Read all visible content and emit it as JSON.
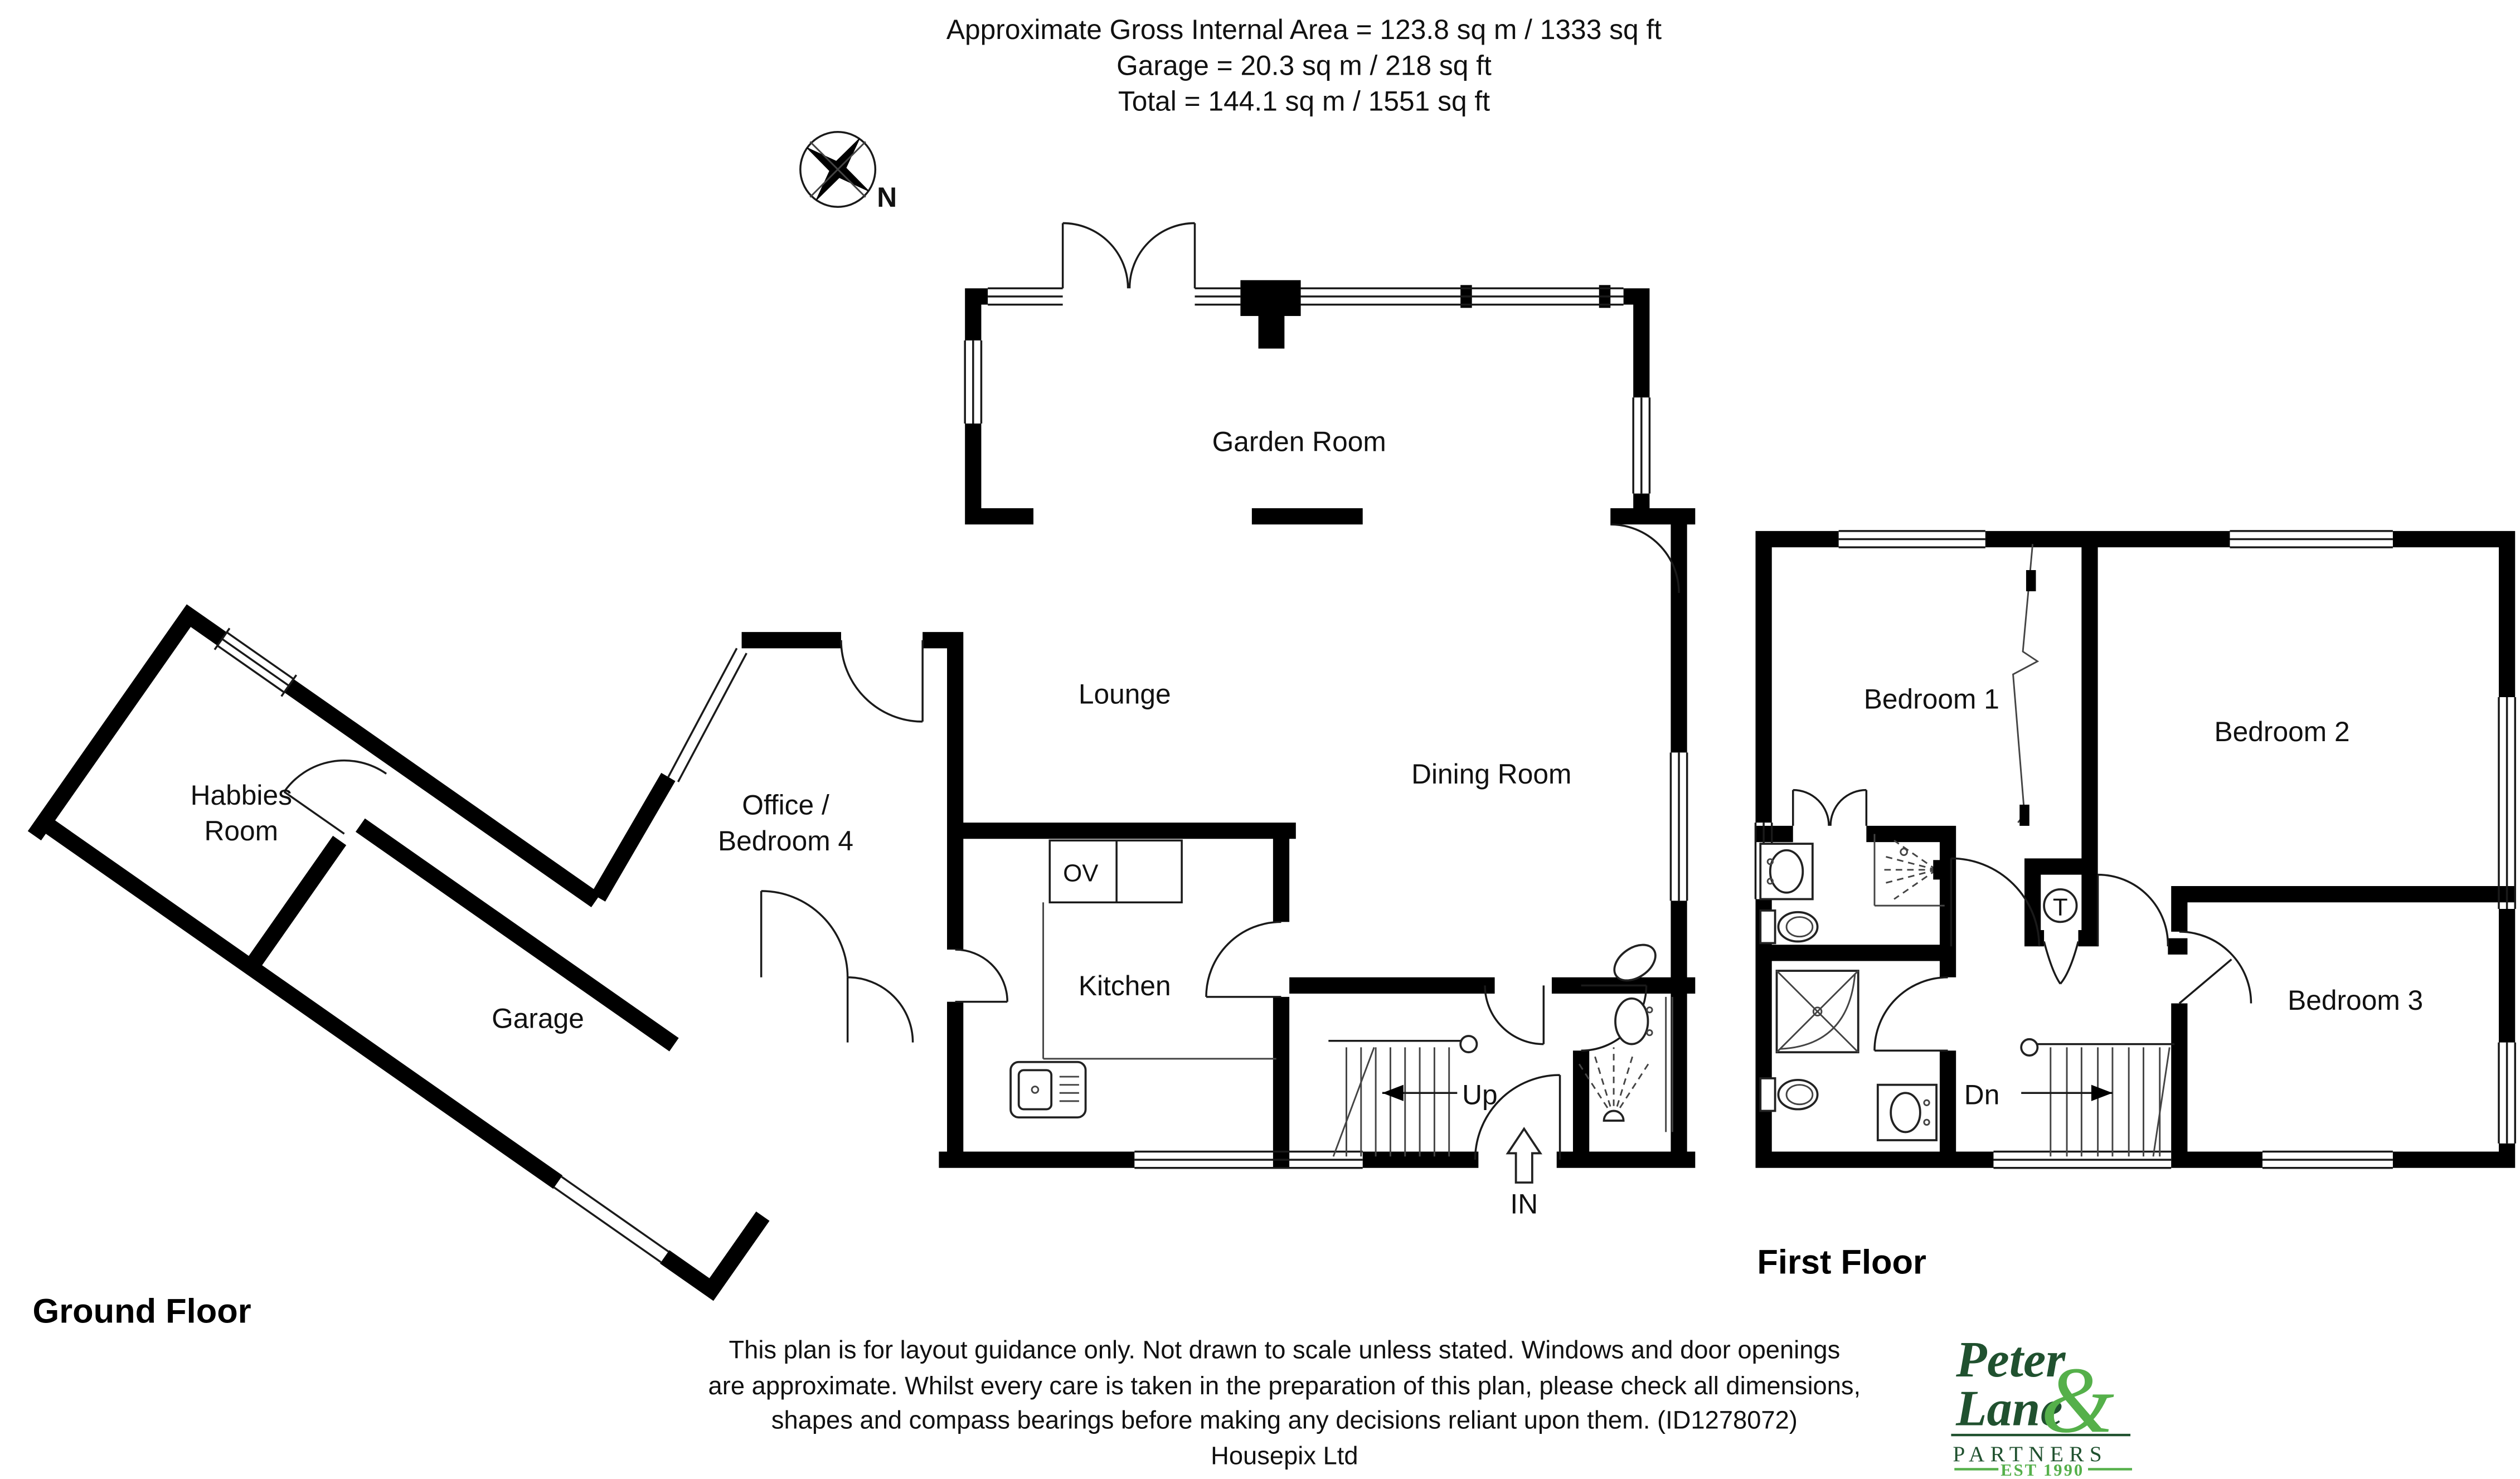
{
  "header": {
    "line1": "Approximate Gross Internal Area = 123.8 sq m / 1333 sq ft",
    "line2": "Garage = 20.3 sq m / 218 sq ft",
    "line3": "Total = 144.1 sq m / 1551 sq ft"
  },
  "compass": {
    "north_label": "N"
  },
  "ground_floor": {
    "title": "Ground Floor",
    "garden_room": "Garden Room",
    "lounge": "Lounge",
    "dining_room": "Dining Room",
    "kitchen": "Kitchen",
    "office_line1": "Office /",
    "office_line2": "Bedroom 4",
    "habbies_line1": "Habbies",
    "habbies_line2": "Room",
    "garage": "Garage",
    "oven": "OV",
    "stairs_up": "Up",
    "entrance": "IN"
  },
  "first_floor": {
    "title": "First Floor",
    "bedroom1": "Bedroom 1",
    "bedroom2": "Bedroom 2",
    "bedroom3": "Bedroom 3",
    "stairs_down": "Dn",
    "tank": "T"
  },
  "footer": {
    "line1": "This plan is for layout guidance only. Not drawn to scale unless stated. Windows and door openings",
    "line2": "are approximate. Whilst every care is taken in the preparation of this plan, please check all dimensions,",
    "line3": "shapes and compass bearings before making any decisions reliant upon them. (ID1278072)",
    "line4": "Housepix Ltd"
  },
  "logo": {
    "name_line1": "Peter",
    "name_line2": "Lane",
    "ampersand": "&",
    "partners": "PARTNERS",
    "established": "EST 1990",
    "color_dark": "#20512f",
    "color_light": "#55b04a"
  }
}
